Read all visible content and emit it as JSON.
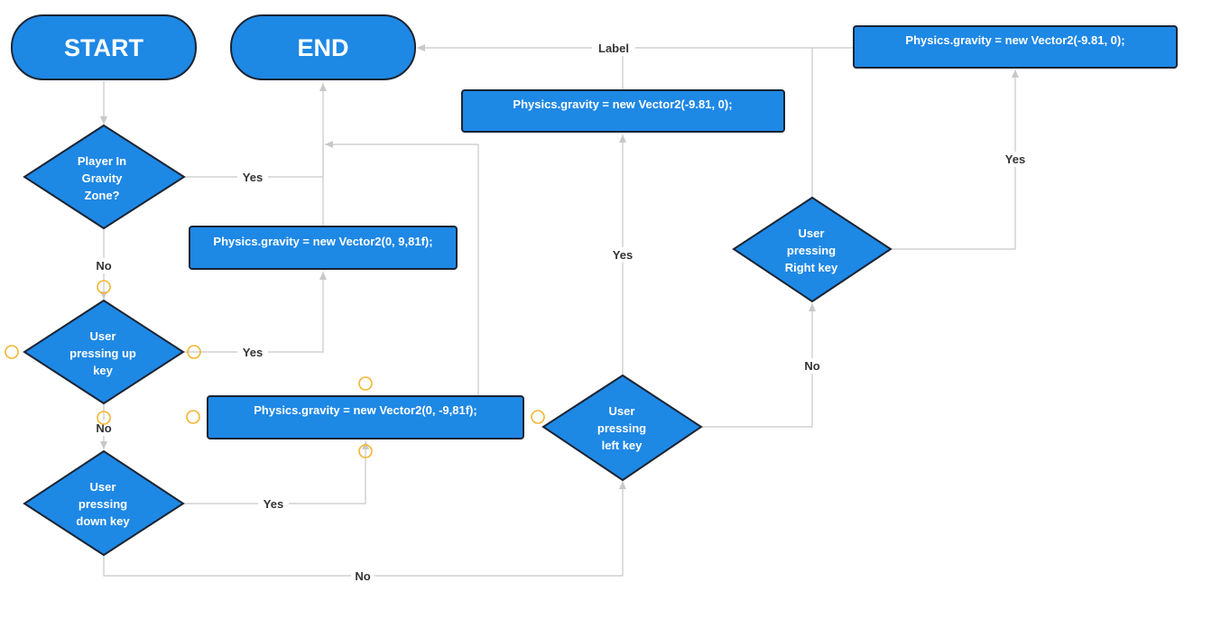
{
  "colors": {
    "node_fill": "#1e88e5",
    "node_border": "#1b2433",
    "connector": "#c8c8c8",
    "connection_handle": "#f2b531",
    "label_text": "#333333"
  },
  "nodes": {
    "start": {
      "label": "START"
    },
    "end": {
      "label": "END"
    },
    "gravity_zone": {
      "lines": [
        "Player In",
        "Gravity",
        "Zone?"
      ]
    },
    "up_key": {
      "lines": [
        "User",
        "pressing up",
        "key"
      ]
    },
    "down_key": {
      "lines": [
        "User",
        "pressing",
        "down key"
      ]
    },
    "left_key": {
      "lines": [
        "User",
        "pressing",
        "left key"
      ]
    },
    "right_key": {
      "lines": [
        "User",
        "pressing",
        "Right key"
      ]
    },
    "gravity_up": {
      "label": "Physics.gravity = new Vector2(0, 9,81f);"
    },
    "gravity_down": {
      "label": "Physics.gravity = new Vector2(0, -9,81f);"
    },
    "gravity_left": {
      "label": "Physics.gravity = new Vector2(-9.81, 0);"
    },
    "gravity_right": {
      "label": "Physics.gravity = new Vector2(-9.81, 0);"
    }
  },
  "edges": {
    "zone_yes": "Yes",
    "zone_no": "No",
    "up_yes": "Yes",
    "up_no": "No",
    "down_yes": "Yes",
    "down_no": "No",
    "left_yes": "Yes",
    "left_no": "No",
    "right_yes": "Yes",
    "end_label": "Label"
  }
}
